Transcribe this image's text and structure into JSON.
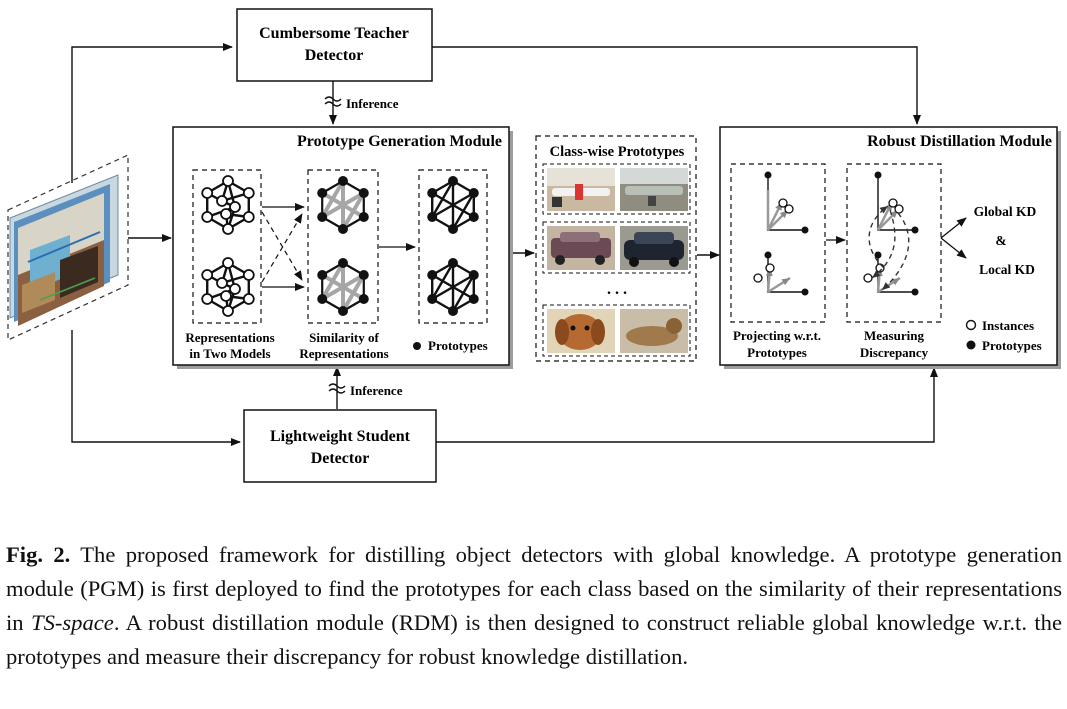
{
  "teacher": {
    "line1": "Cumbersome Teacher",
    "line2": "Detector"
  },
  "student": {
    "line1": "Lightweight Student",
    "line2": "Detector"
  },
  "inference_label": "Inference",
  "pgm": {
    "title": "Prototype Generation Module",
    "label_repr_1": "Representations",
    "label_repr_2": "in Two Models",
    "label_sim_1": "Similarity of",
    "label_sim_2": "Representations",
    "legend_prototypes": "Prototypes"
  },
  "classwise": {
    "title": "Class-wise Prototypes",
    "ellipsis": ". . ."
  },
  "rdm": {
    "title": "Robust Distillation Module",
    "label_proj_1": "Projecting w.r.t.",
    "label_proj_2": "Prototypes",
    "label_meas_1": "Measuring",
    "label_meas_2": "Discrepancy",
    "global_kd": "Global KD",
    "amp": "&",
    "local_kd": "Local KD",
    "legend_instances": "Instances",
    "legend_prototypes": "Prototypes"
  },
  "colors": {
    "gray_edge": "#9a9a9a",
    "panel_shadow": "#9c9c9c",
    "black": "#111111"
  },
  "caption": {
    "fig_label": "Fig. 2.",
    "part1": " The proposed framework for distilling object detectors with global knowledge. A prototype generation module (PGM) is first deployed to find the prototypes for each class based on the similarity of their representations in ",
    "italic": "TS-space",
    "part2": ". A robust distillation module (RDM) is then designed to construct reliable global knowledge w.r.t. the prototypes and measure their discrepancy for robust knowledge distillation."
  }
}
